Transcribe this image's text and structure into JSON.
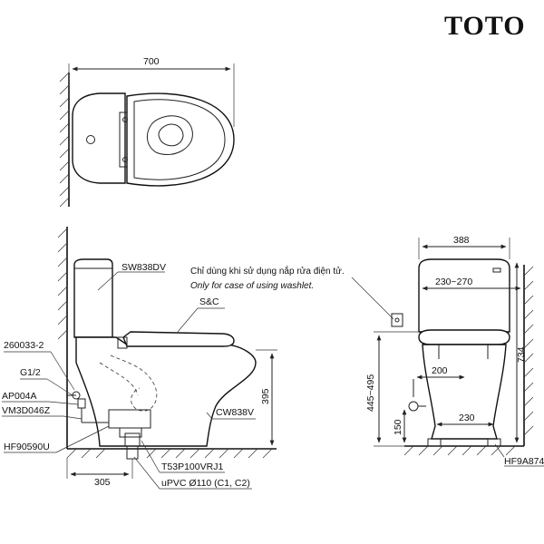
{
  "brand": {
    "name": "TOTO"
  },
  "top_view": {
    "width_dim": "700"
  },
  "side_view": {
    "labels": {
      "tank": "SW838DV",
      "seat": "S&C",
      "bowl": "CW838V",
      "part1": "260033-2",
      "part2": "G1/2",
      "part3": "AP004A",
      "part4": "VM3D046Z",
      "part5": "HF90590U",
      "flange": "T53P100VRJ1",
      "pipe": "uPVC Ø110 (C1, C2)"
    },
    "dims": {
      "height": "395",
      "rough_in": "305"
    }
  },
  "note": {
    "vi": "Chỉ dùng khi sử dụng nắp rửa điện tử.",
    "en": "Only for case of using washlet."
  },
  "front_view": {
    "dims": {
      "width": "388",
      "top_offset": "230~270",
      "total_height": "734",
      "range_height": "445~495",
      "inlet_width": "200",
      "inlet_height": "150",
      "base_width": "230"
    },
    "labels": {
      "part": "HF9A874"
    }
  }
}
